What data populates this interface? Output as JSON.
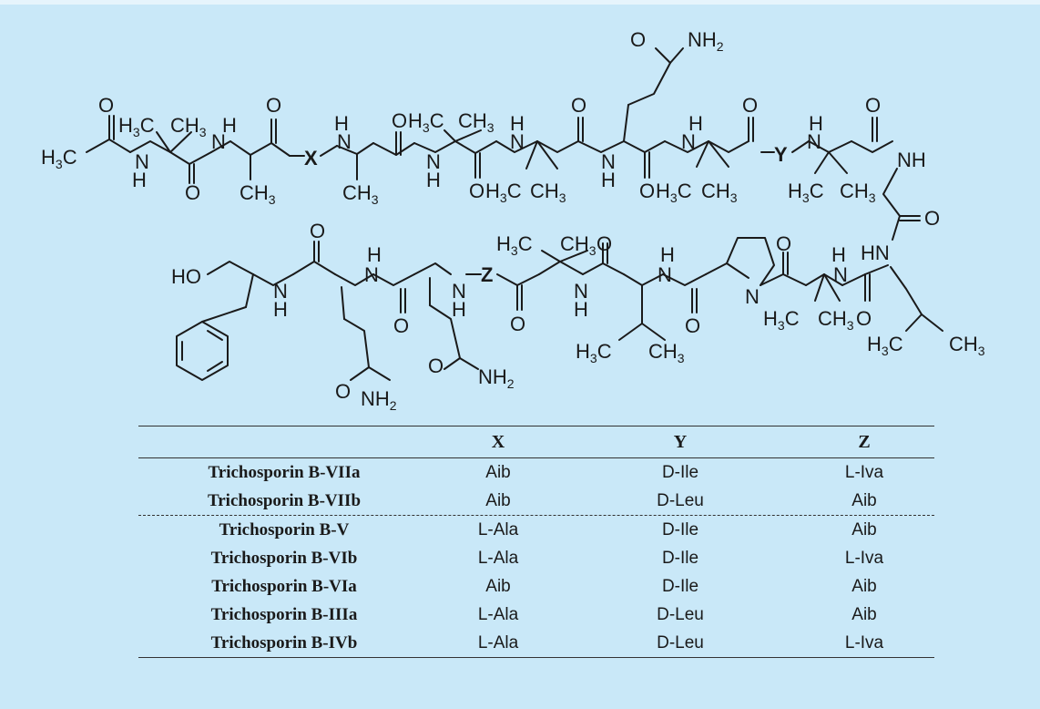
{
  "structure": {
    "variable_labels": {
      "x": "X",
      "y": "Y",
      "z": "Z"
    },
    "atoms": {
      "o": "O",
      "h": "H",
      "n": "N",
      "nh": "NH",
      "hn": "HN",
      "ho": "HO",
      "ch3": "CH3",
      "h3c": "H3C",
      "nh2": "NH2"
    }
  },
  "table": {
    "columns": [
      "",
      "X",
      "Y",
      "Z"
    ],
    "rows": [
      {
        "name": "Trichosporin B-VIIa",
        "x": "Aib",
        "y": "D-Ile",
        "z": "L-Iva"
      },
      {
        "name": "Trichosporin B-VIIb",
        "x": "Aib",
        "y": "D-Leu",
        "z": "Aib"
      },
      {
        "name": "Trichosporin B-V",
        "x": "L-Ala",
        "y": "D-Ile",
        "z": "Aib"
      },
      {
        "name": "Trichosporin B-VIb",
        "x": "L-Ala",
        "y": "D-Ile",
        "z": "L-Iva"
      },
      {
        "name": "Trichosporin B-VIa",
        "x": "Aib",
        "y": "D-Ile",
        "z": "Aib"
      },
      {
        "name": "Trichosporin B-IIIa",
        "x": "L-Ala",
        "y": "D-Leu",
        "z": "Aib"
      },
      {
        "name": "Trichosporin B-IVb",
        "x": "L-Ala",
        "y": "D-Leu",
        "z": "L-Iva"
      }
    ]
  }
}
